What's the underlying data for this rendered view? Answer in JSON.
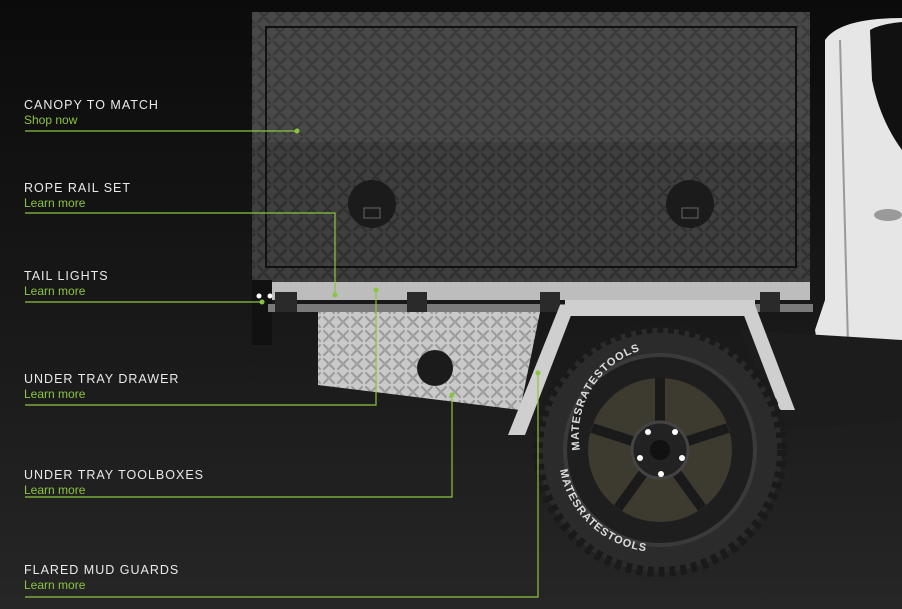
{
  "callouts": [
    {
      "title": "CANOPY TO MATCH",
      "link": "Shop now"
    },
    {
      "title": "ROPE RAIL SET",
      "link": "Learn more"
    },
    {
      "title": "TAIL LIGHTS",
      "link": "Learn more"
    },
    {
      "title": "UNDER TRAY DRAWER",
      "link": "Learn more"
    },
    {
      "title": "UNDER TRAY TOOLBOXES",
      "link": "Learn more"
    },
    {
      "title": "FLARED MUD GUARDS",
      "link": "Learn more"
    }
  ],
  "tyre_text": "MATESRATESTOOLS",
  "colors": {
    "accent": "#8bc53f",
    "background": "#111111"
  }
}
